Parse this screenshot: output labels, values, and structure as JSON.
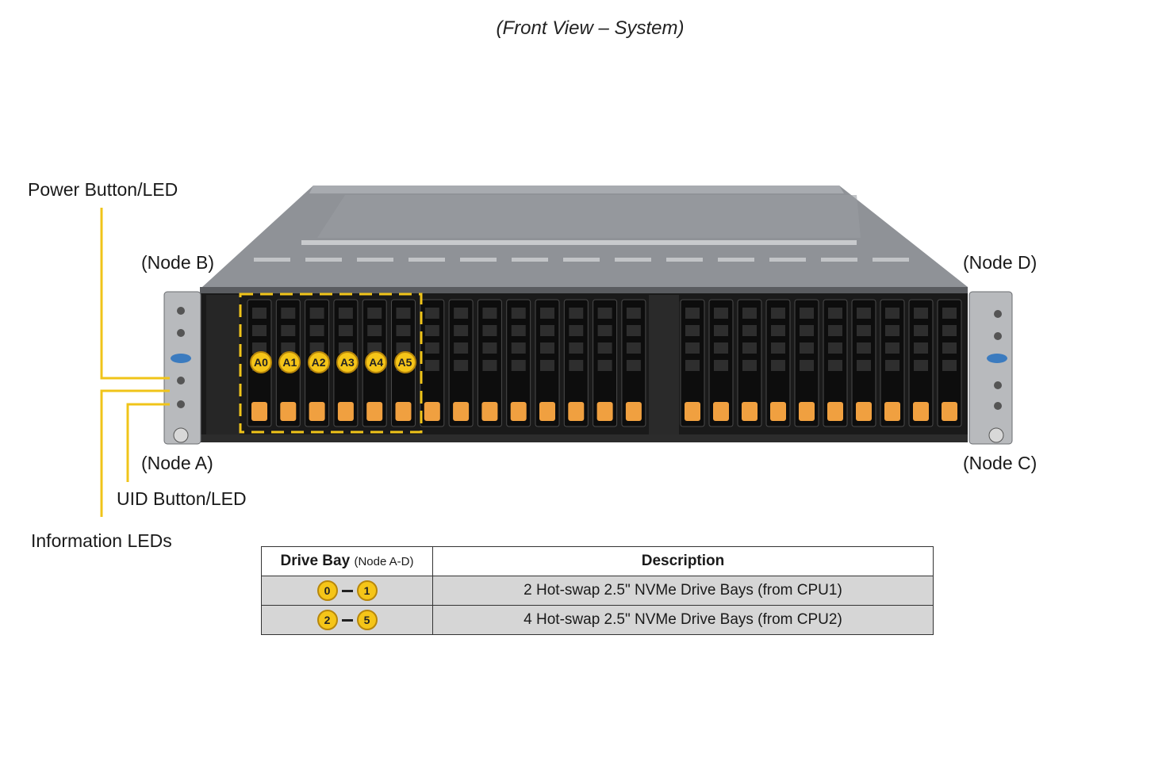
{
  "title": "(Front View – System)",
  "labels": {
    "power": "Power Button/LED",
    "uid": "UID Button/LED",
    "info": "Information LEDs",
    "node_a": "(Node A)",
    "node_b": "(Node B)",
    "node_c": "(Node C)",
    "node_d": "(Node D)"
  },
  "bay_badges": [
    "A0",
    "A1",
    "A2",
    "A3",
    "A4",
    "A5"
  ],
  "table": {
    "col1_header": "Drive Bay",
    "col1_sub": "(Node A-D)",
    "col2_header": "Description",
    "rows": [
      {
        "from": "0",
        "to": "1",
        "description": "2 Hot-swap 2.5\" NVMe Drive Bays (from CPU1)"
      },
      {
        "from": "2",
        "to": "5",
        "description": "4 Hot-swap 2.5\" NVMe Drive Bays (from CPU2)"
      }
    ]
  },
  "colors": {
    "accent": "#f0c419",
    "drive_tab": "#f0a040",
    "chassis": "#8f9297"
  }
}
